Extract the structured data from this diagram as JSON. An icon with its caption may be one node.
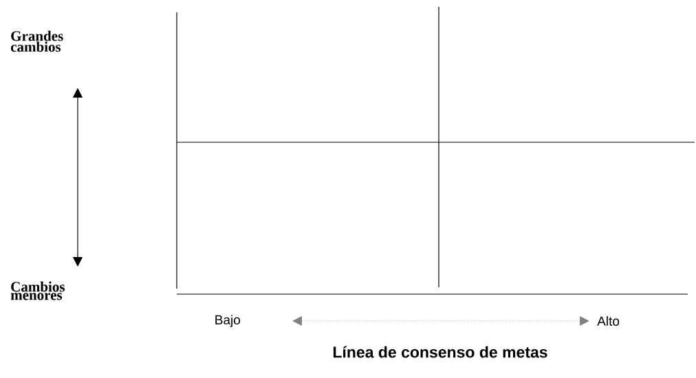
{
  "diagram": {
    "labels": [
      "Grandes cambios",
      "Cambios menores",
      "Bajo",
      "Alto",
      "Línea de consenso de metas"
    ]
  }
}
